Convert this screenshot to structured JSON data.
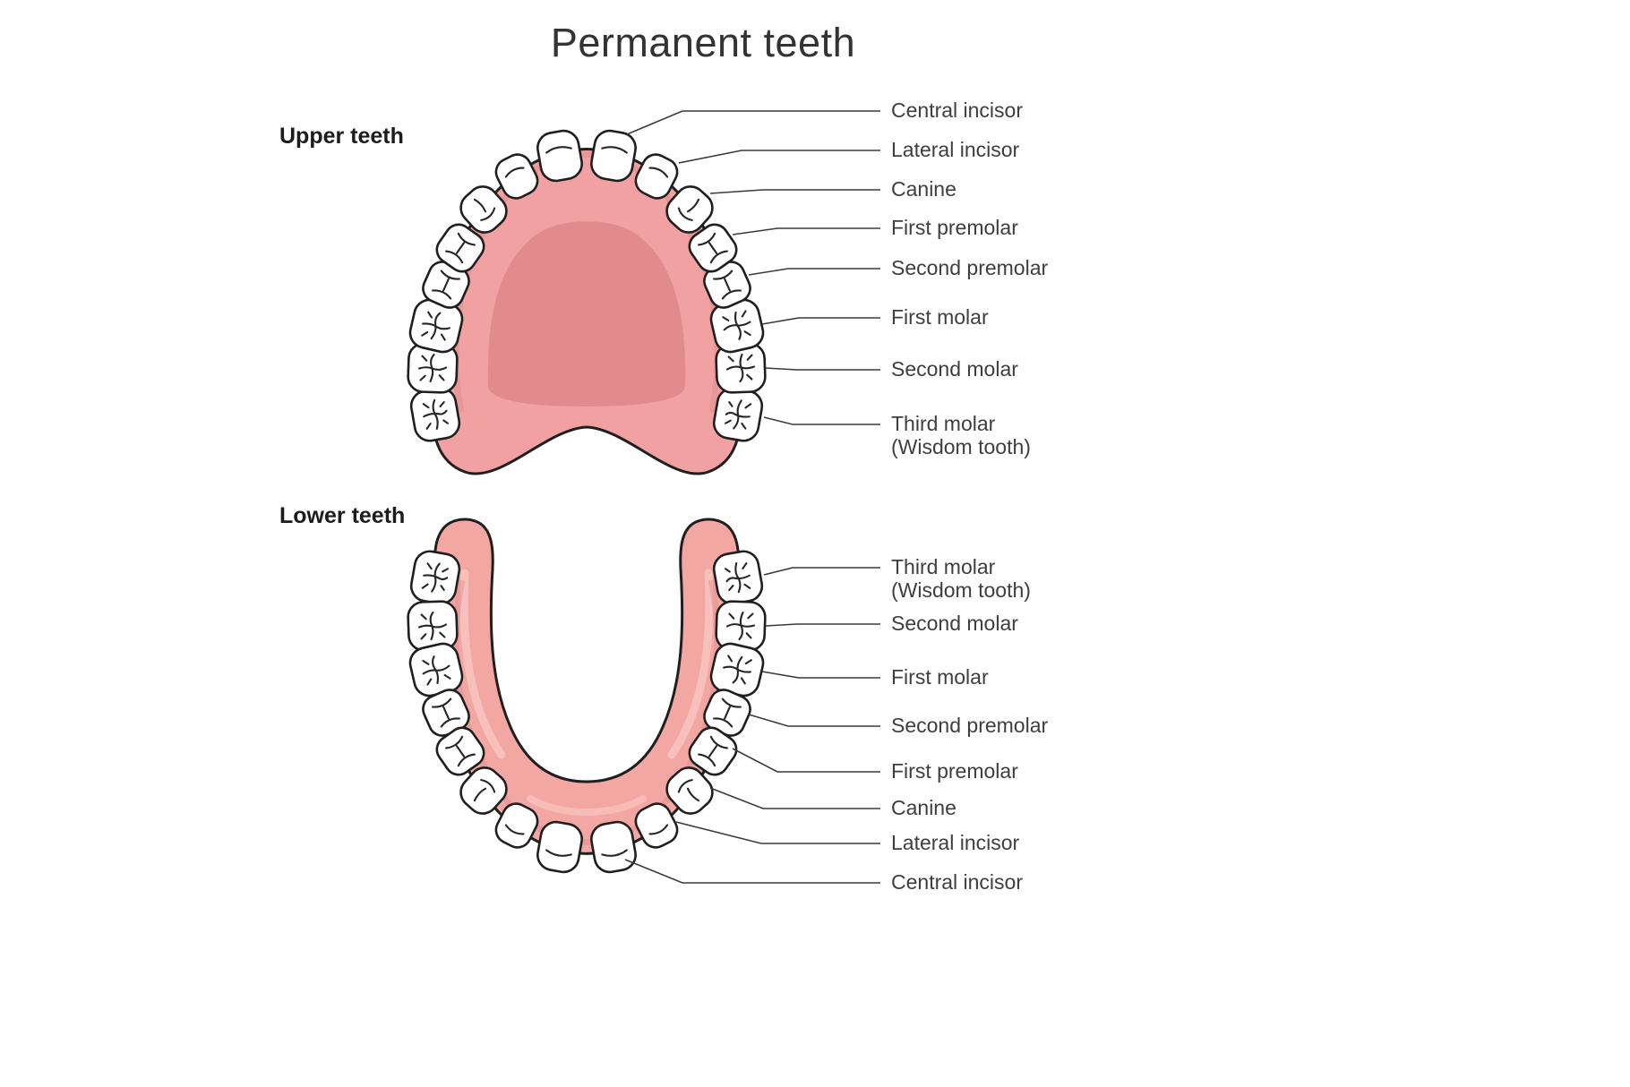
{
  "title": "Permanent teeth",
  "colors": {
    "gum_upper": "#F1A1A1",
    "palate": "#E18B8D",
    "gum_lower": "#F3A7A3",
    "gum_highlight": "#F8C4BE",
    "outline": "#1F1F1F",
    "label_text": "#3E3E3E"
  },
  "upper": {
    "section_label": "Upper teeth",
    "labels": [
      {
        "lines": [
          "Central incisor"
        ]
      },
      {
        "lines": [
          "Lateral incisor"
        ]
      },
      {
        "lines": [
          "Canine"
        ]
      },
      {
        "lines": [
          "First premolar"
        ]
      },
      {
        "lines": [
          "Second premolar"
        ]
      },
      {
        "lines": [
          "First molar"
        ]
      },
      {
        "lines": [
          "Second molar"
        ]
      },
      {
        "lines": [
          "Third molar",
          "(Wisdom tooth)"
        ]
      }
    ]
  },
  "lower": {
    "section_label": "Lower teeth",
    "labels": [
      {
        "lines": [
          "Third molar",
          "(Wisdom tooth)"
        ]
      },
      {
        "lines": [
          "Second molar"
        ]
      },
      {
        "lines": [
          "First molar"
        ]
      },
      {
        "lines": [
          "Second premolar"
        ]
      },
      {
        "lines": [
          "First premolar"
        ]
      },
      {
        "lines": [
          "Canine"
        ]
      },
      {
        "lines": [
          "Lateral incisor"
        ]
      },
      {
        "lines": [
          "Central incisor"
        ]
      }
    ]
  }
}
